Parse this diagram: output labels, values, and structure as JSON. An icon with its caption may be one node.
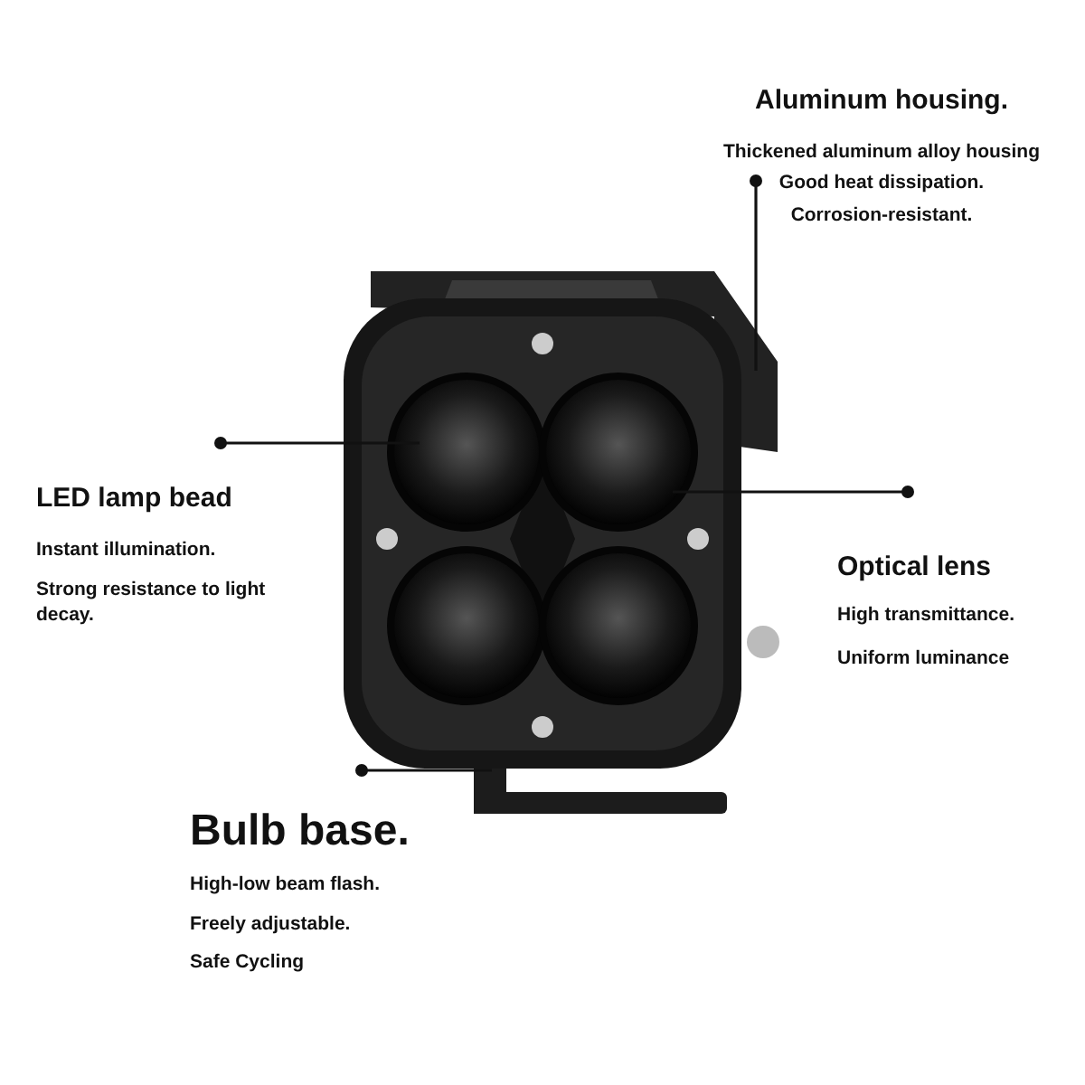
{
  "diagram": {
    "nodes": [
      {
        "text": [
          "Aluminum housing.",
          "Thickened aluminum alloy housing",
          "Good heat dissipation.",
          "Corrosion-resistant."
        ]
      },
      {
        "text": [
          "LED lamp bead",
          "Instant illumination.",
          "Strong resistance to light decay."
        ]
      },
      {
        "text": [
          "Optical lens",
          "High transmittance.",
          "Uniform luminance"
        ]
      },
      {
        "text": [
          "Bulb base.",
          "High-low beam flash.",
          "Freely adjustable.",
          "Safe Cycling"
        ]
      }
    ],
    "edges": [
      {
        "from": 0,
        "to": null,
        "arrow": "other"
      },
      {
        "from": 1,
        "to": null,
        "arrow": "other"
      },
      {
        "from": 2,
        "to": null,
        "arrow": "other"
      },
      {
        "from": 3,
        "to": null,
        "arrow": "other"
      }
    ]
  }
}
